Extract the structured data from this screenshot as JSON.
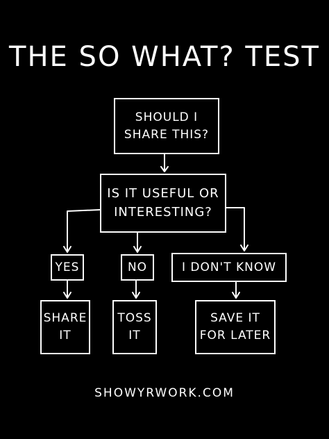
{
  "title": "THE SO WHAT? TEST",
  "nodes": {
    "start": {
      "line1": "SHOULD I",
      "line2": "SHARE THIS?"
    },
    "question": {
      "line1": "IS IT USEFUL OR",
      "line2": "INTERESTING?"
    },
    "yes": {
      "label": "YES"
    },
    "no": {
      "label": "NO"
    },
    "dont_know": {
      "label": "I DON'T KNOW"
    },
    "share": {
      "line1": "SHARE",
      "line2": "IT"
    },
    "toss": {
      "line1": "TOSS",
      "line2": "IT"
    },
    "save": {
      "line1": "SAVE IT",
      "line2": "FOR LATER"
    }
  },
  "footer": "SHOWYRWORK.COM",
  "colors": {
    "background": "#000000",
    "foreground": "#ffffff"
  }
}
